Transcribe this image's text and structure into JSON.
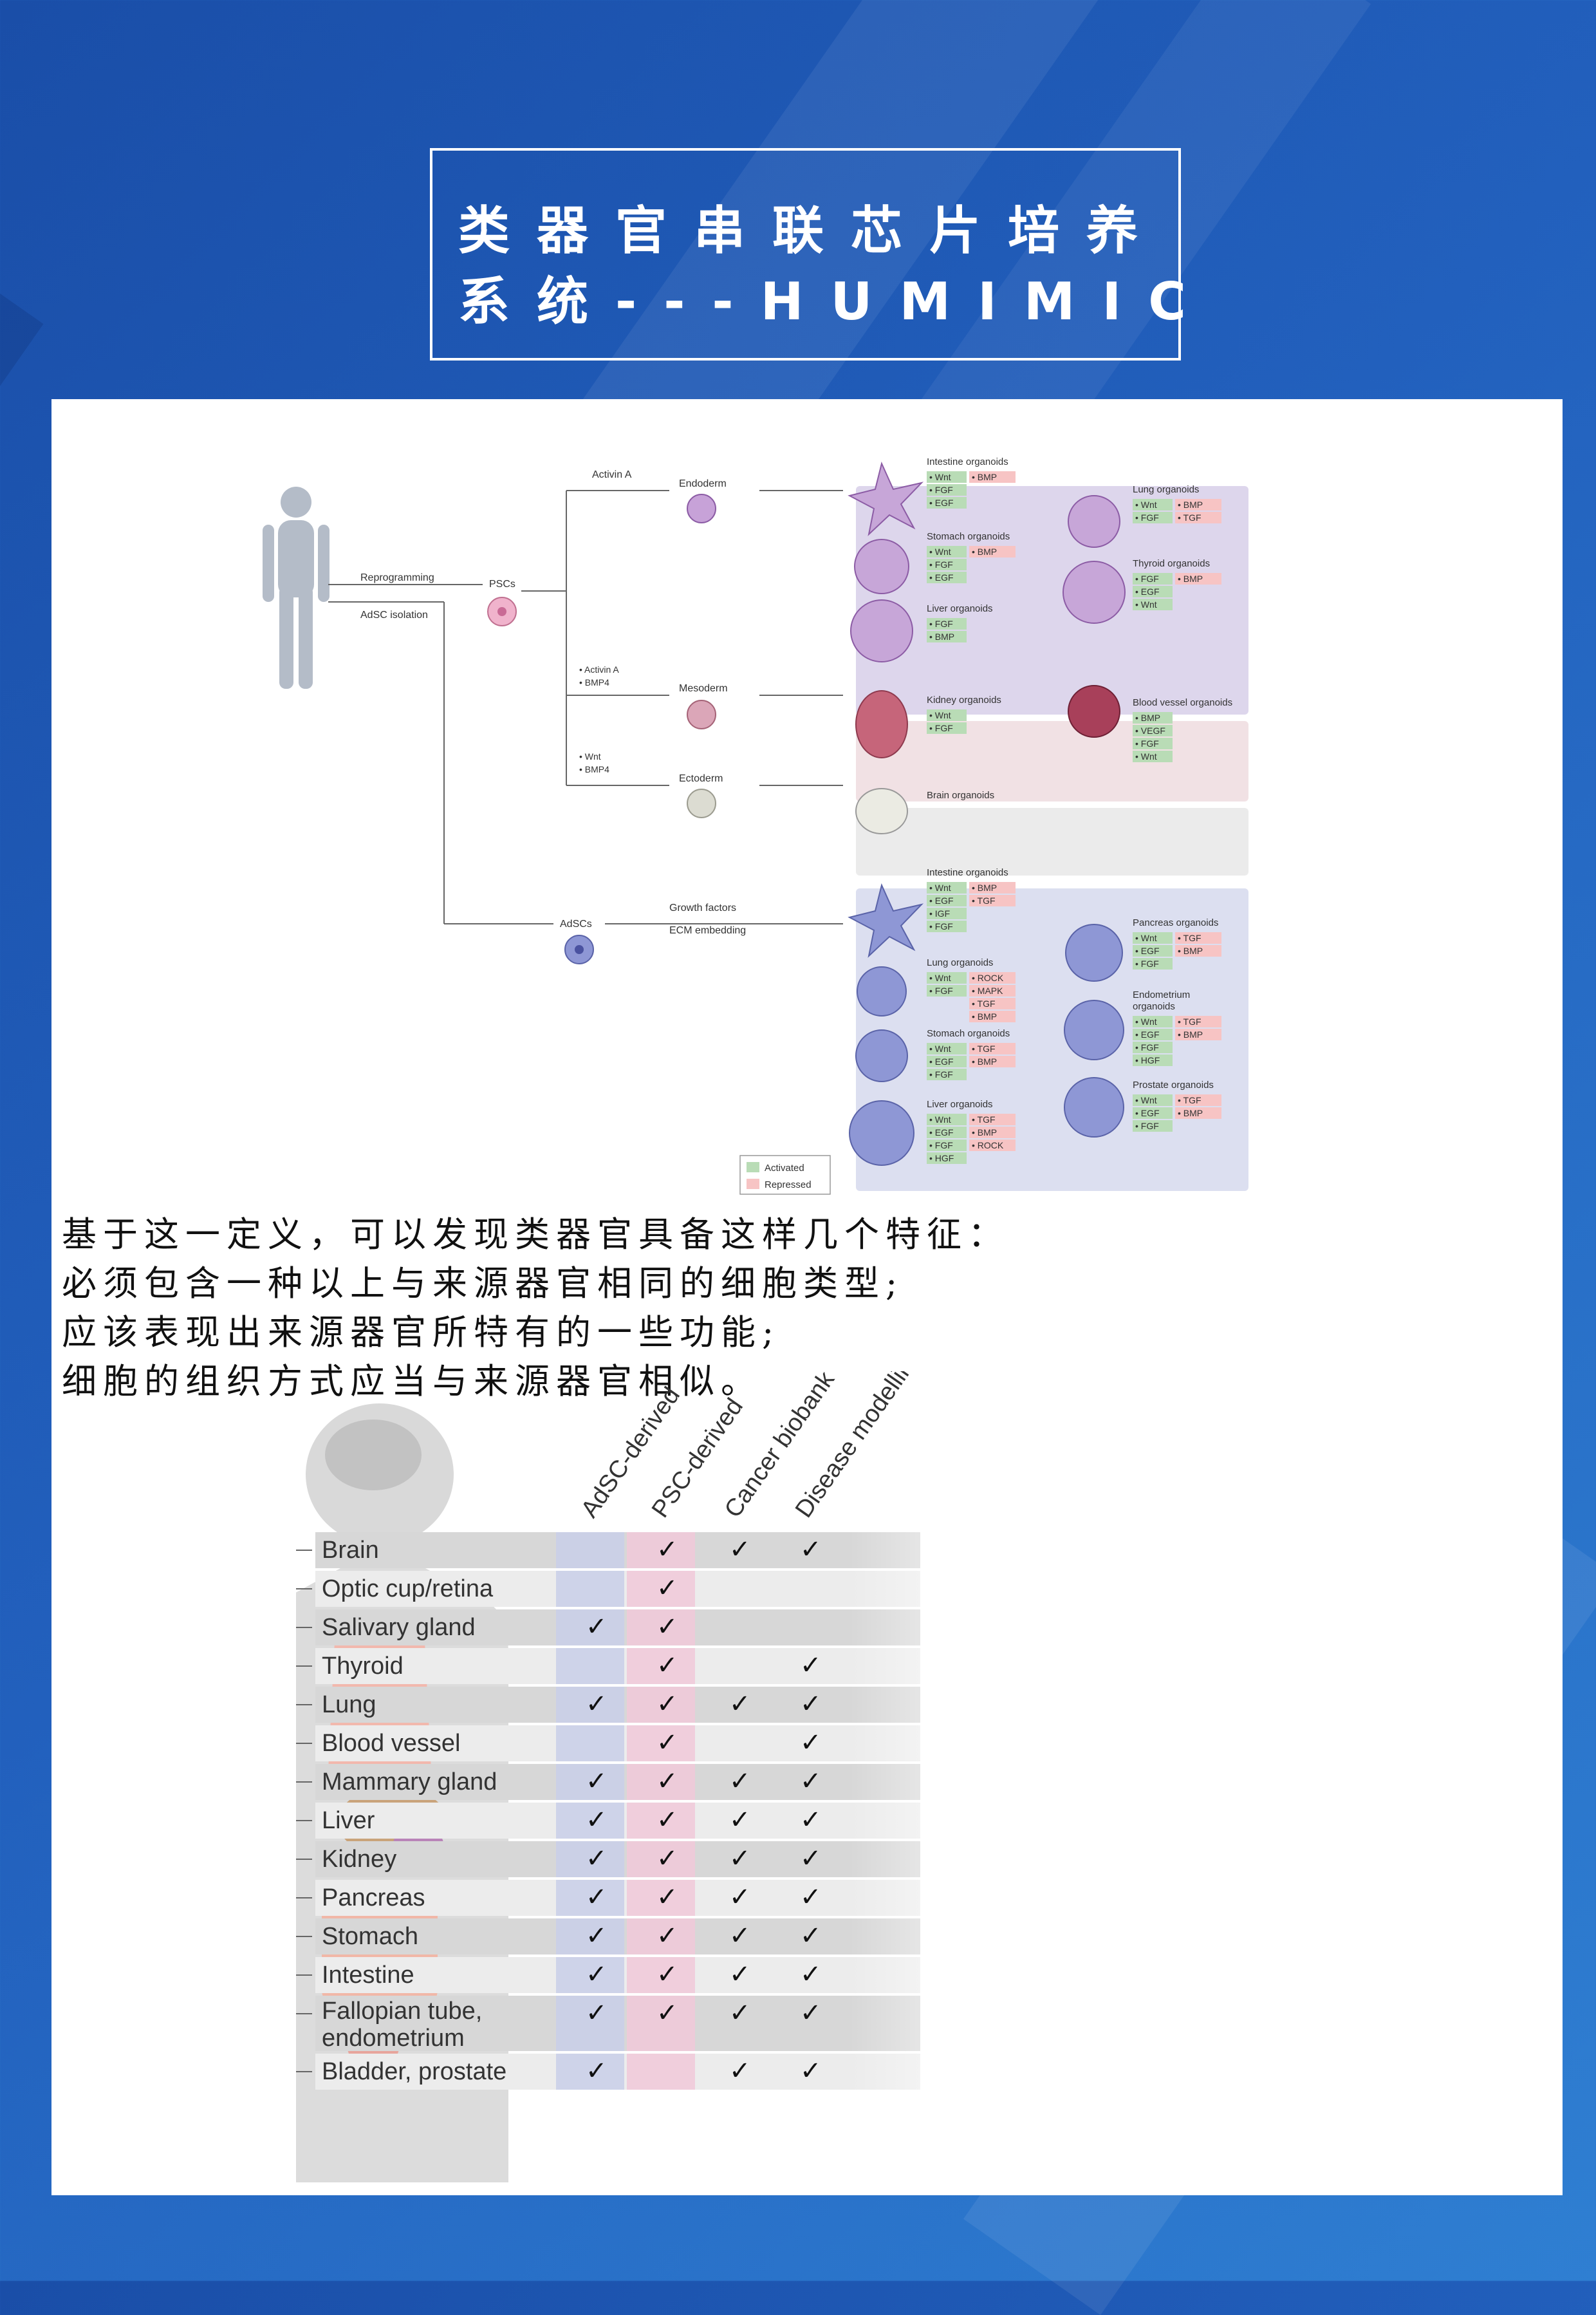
{
  "title": {
    "line1": "类器官串联芯片培养",
    "line2": "系统---HUMIMIC"
  },
  "diagram": {
    "reprogramming": "Reprogramming",
    "adsc_isolation": "AdSC isolation",
    "pscs": "PSCs",
    "adscs": "AdSCs",
    "activin_a": "Activin A",
    "mesoderm_factors": [
      "• Activin A",
      "• BMP4"
    ],
    "ectoderm_factors": [
      "• Wnt",
      "• BMP4"
    ],
    "growth_factors": "Growth factors",
    "ecm_embedding": "ECM embedding",
    "germ_layers": [
      "Endoderm",
      "Mesoderm",
      "Ectoderm"
    ],
    "psc_organoids": [
      {
        "name": "Intestine organoids",
        "activated": [
          "Wnt",
          "FGF",
          "EGF"
        ],
        "repressed": [
          "BMP"
        ]
      },
      {
        "name": "Stomach organoids",
        "activated": [
          "Wnt",
          "FGF",
          "EGF"
        ],
        "repressed": [
          "BMP"
        ]
      },
      {
        "name": "Liver organoids",
        "activated": [
          "FGF",
          "BMP"
        ],
        "repressed": []
      },
      {
        "name": "Lung organoids",
        "activated": [
          "Wnt",
          "FGF"
        ],
        "repressed": [
          "BMP",
          "TGF"
        ]
      },
      {
        "name": "Thyroid organoids",
        "activated": [
          "FGF",
          "EGF",
          "Wnt"
        ],
        "repressed": [
          "BMP"
        ]
      },
      {
        "name": "Kidney organoids",
        "activated": [
          "Wnt",
          "FGF"
        ],
        "repressed": []
      },
      {
        "name": "Blood vessel organoids",
        "activated": [
          "BMP",
          "VEGF",
          "FGF",
          "Wnt"
        ],
        "repressed": []
      },
      {
        "name": "Brain organoids",
        "activated": [],
        "repressed": []
      }
    ],
    "adsc_organoids": [
      {
        "name": "Intestine organoids",
        "activated": [
          "Wnt",
          "EGF",
          "IGF",
          "FGF"
        ],
        "repressed": [
          "BMP",
          "TGF"
        ]
      },
      {
        "name": "Lung organoids",
        "activated": [
          "Wnt",
          "FGF"
        ],
        "repressed": [
          "ROCK",
          "MAPK",
          "TGF",
          "BMP"
        ]
      },
      {
        "name": "Stomach organoids",
        "activated": [
          "Wnt",
          "EGF",
          "FGF"
        ],
        "repressed": [
          "TGF",
          "BMP"
        ]
      },
      {
        "name": "Liver organoids",
        "activated": [
          "Wnt",
          "EGF",
          "FGF",
          "HGF"
        ],
        "repressed": [
          "TGF",
          "BMP",
          "ROCK"
        ]
      },
      {
        "name": "Pancreas organoids",
        "activated": [
          "Wnt",
          "EGF",
          "FGF"
        ],
        "repressed": [
          "TGF",
          "BMP"
        ]
      },
      {
        "name_line1": "Endometrium",
        "name_line2": "organoids",
        "activated": [
          "Wnt",
          "EGF",
          "FGF",
          "HGF"
        ],
        "repressed": [
          "TGF",
          "BMP"
        ]
      },
      {
        "name": "Prostate organoids",
        "activated": [
          "Wnt",
          "EGF",
          "FGF"
        ],
        "repressed": [
          "TGF",
          "BMP"
        ]
      }
    ],
    "legend": {
      "activated": "Activated",
      "repressed": "Repressed"
    }
  },
  "body_lines": [
    "基于这一定义，可以发现类器官具备这样几个特征：",
    "必须包含一种以上与来源器官相同的细胞类型;",
    "应该表现出来源器官所特有的一些功能;",
    "细胞的组织方式应当与来源器官相似。"
  ],
  "table": {
    "columns": [
      "AdSC-derived",
      "PSC-derived",
      "Cancer biobank",
      "Disease modelling"
    ],
    "check": "✓",
    "rows": [
      {
        "organ": "Brain",
        "checks": [
          false,
          true,
          true,
          true
        ]
      },
      {
        "organ": "Optic cup/retina",
        "checks": [
          false,
          true,
          false,
          false
        ]
      },
      {
        "organ": "Salivary gland",
        "checks": [
          true,
          true,
          false,
          false
        ]
      },
      {
        "organ": "Thyroid",
        "checks": [
          false,
          true,
          false,
          true
        ]
      },
      {
        "organ": "Lung",
        "checks": [
          true,
          true,
          true,
          true
        ]
      },
      {
        "organ": "Blood vessel",
        "checks": [
          false,
          true,
          false,
          true
        ]
      },
      {
        "organ": "Mammary gland",
        "checks": [
          true,
          true,
          true,
          true
        ]
      },
      {
        "organ": "Liver",
        "checks": [
          true,
          true,
          true,
          true
        ]
      },
      {
        "organ": "Kidney",
        "checks": [
          true,
          true,
          true,
          true
        ]
      },
      {
        "organ": "Pancreas",
        "checks": [
          true,
          true,
          true,
          true
        ]
      },
      {
        "organ": "Stomach",
        "checks": [
          true,
          true,
          true,
          true
        ]
      },
      {
        "organ": "Intestine",
        "checks": [
          true,
          true,
          true,
          true
        ]
      },
      {
        "organ": "Fallopian tube,\nendometrium",
        "organ_line1": "Fallopian tube,",
        "organ_line2": "endometrium",
        "checks": [
          true,
          true,
          true,
          true
        ]
      },
      {
        "organ": "Bladder, prostate",
        "checks": [
          true,
          false,
          true,
          true
        ]
      }
    ]
  },
  "colors": {
    "bg_blue": "#2260bd",
    "activated": "#b9dcb6",
    "repressed": "#f7c4c4",
    "panel_purple": "#ddd6ec",
    "panel_pink": "#f1e1e4",
    "panel_gray": "#ebebeb",
    "panel_blue": "#dcdff0",
    "col_adsc": "#c9cfe9",
    "col_psc": "#f1c9d9"
  }
}
